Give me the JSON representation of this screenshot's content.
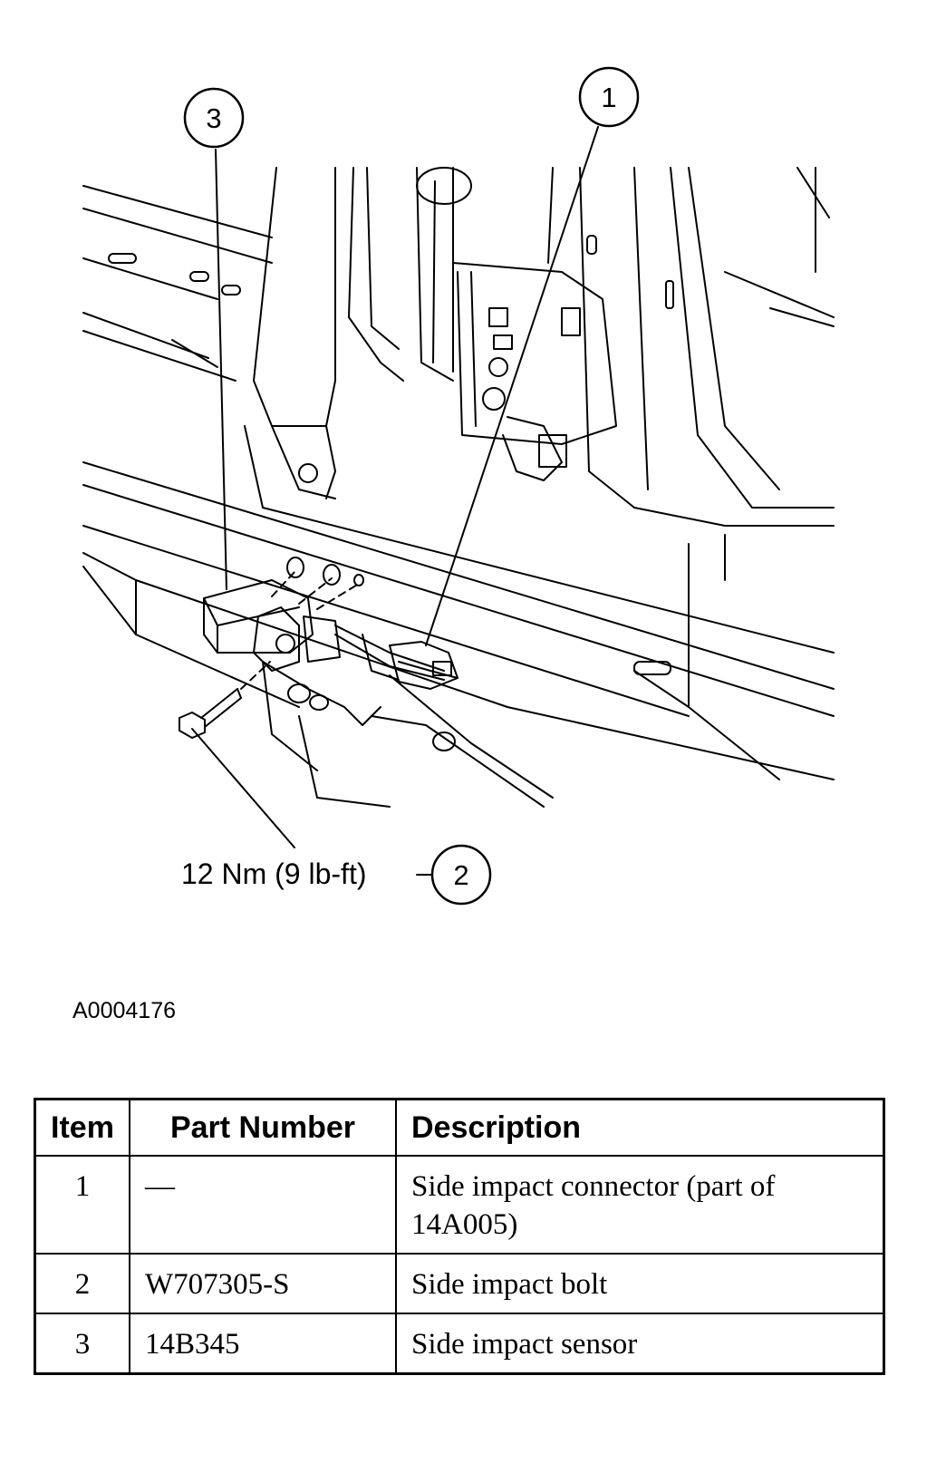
{
  "diagram": {
    "callouts": [
      {
        "number": "1"
      },
      {
        "number": "2"
      },
      {
        "number": "3"
      }
    ],
    "torque_spec": "12 Nm (9 lb-ft)",
    "figure_id": "A0004176"
  },
  "table": {
    "headers": [
      "Item",
      "Part Number",
      "Description"
    ],
    "rows": [
      {
        "item": "1",
        "part_number": "—",
        "description": "Side impact connector (part of 14A005)"
      },
      {
        "item": "2",
        "part_number": "W707305-S",
        "description": "Side impact bolt"
      },
      {
        "item": "3",
        "part_number": "14B345",
        "description": "Side impact sensor"
      }
    ]
  }
}
